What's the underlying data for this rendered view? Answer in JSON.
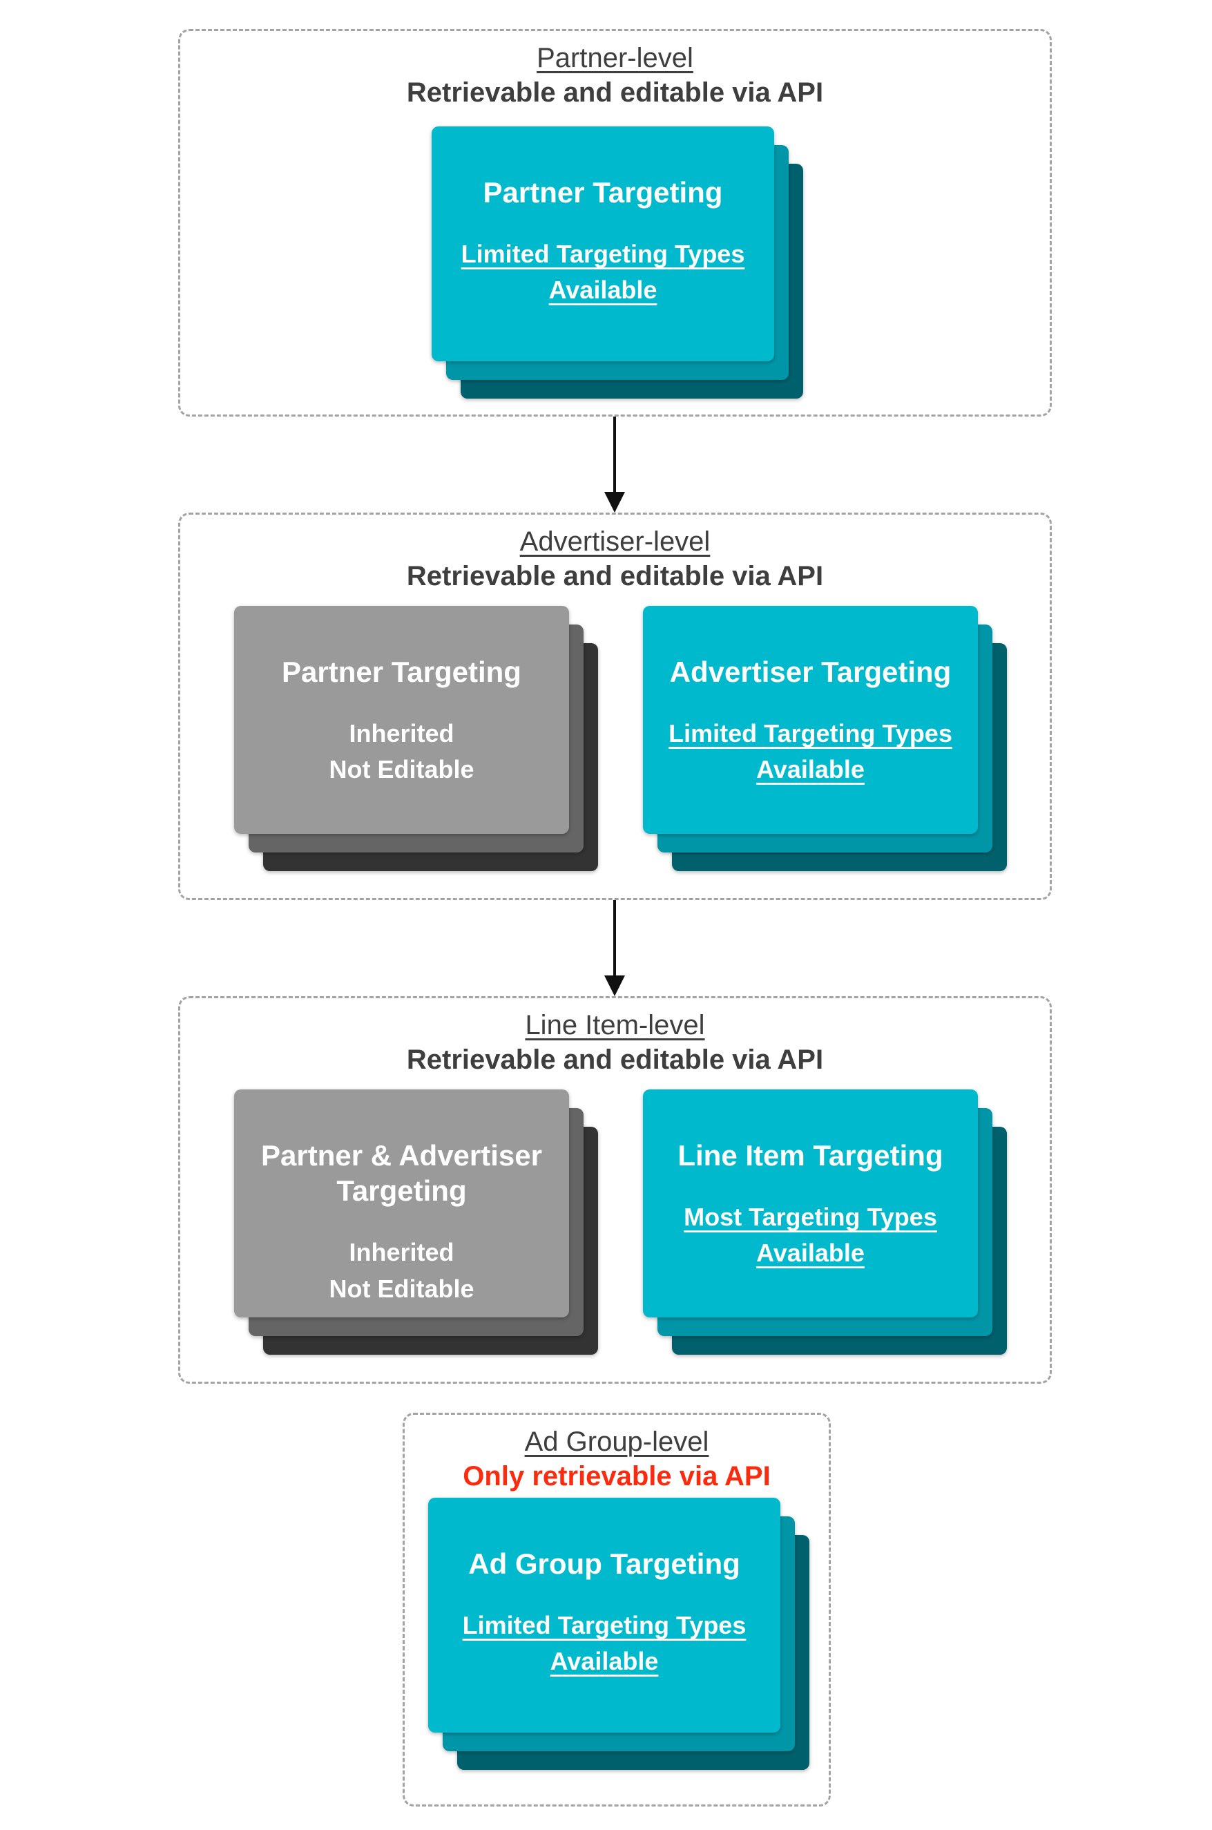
{
  "colors": {
    "cyan_card_front": "#00b9cc",
    "cyan_card_middle": "#0096a7",
    "cyan_card_back": "#00616d",
    "gray_card_front": "#9a9a9a",
    "gray_card_middle": "#656565",
    "gray_card_back": "#333333",
    "heading_text": "#3e3e3e",
    "red_subtitle_text": "#fa2b0f",
    "arrow": "#111111",
    "panel_border": "#a3a3a3",
    "card_text": "#ffffff"
  },
  "sections": [
    {
      "title": "Partner-level",
      "subtitle": "Retrievable and editable via API",
      "cards": [
        {
          "title": "Partner Targeting",
          "lines": [
            "Limited Targeting Types",
            "Available"
          ]
        }
      ]
    },
    {
      "title": "Advertiser-level",
      "subtitle": "Retrievable and editable via API",
      "cards": [
        {
          "title": "Partner Targeting",
          "lines": [
            "Inherited",
            "Not Editable"
          ]
        },
        {
          "title": "Advertiser Targeting",
          "lines": [
            "Limited Targeting Types",
            "Available"
          ]
        }
      ]
    },
    {
      "title": "Line Item-level",
      "subtitle": "Retrievable and editable via API",
      "cards": [
        {
          "title": "Partner & Advertiser Targeting",
          "lines": [
            "Inherited",
            "Not Editable"
          ]
        },
        {
          "title": "Line Item Targeting",
          "lines": [
            "Most Targeting Types",
            "Available"
          ]
        }
      ]
    },
    {
      "title": "Ad Group-level",
      "subtitle": "Only retrievable via API",
      "cards": [
        {
          "title": "Ad Group Targeting",
          "lines": [
            "Limited Targeting Types",
            "Available"
          ]
        }
      ]
    }
  ]
}
